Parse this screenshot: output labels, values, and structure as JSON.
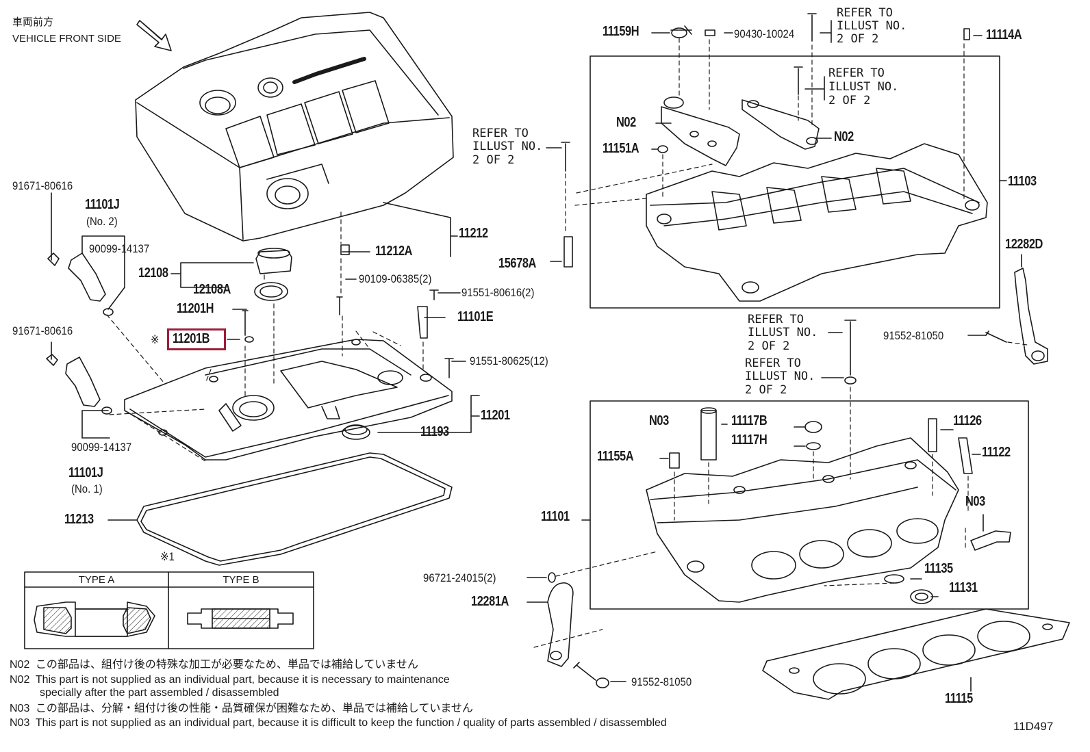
{
  "header": {
    "vehicle_front_jp": "車両前方",
    "vehicle_front_en": "VEHICLE FRONT SIDE"
  },
  "highlight_color": "#9b1d3a",
  "refer_notes": {
    "line1": "REFER TO",
    "line2": "ILLUST NO.",
    "line3": "2 OF 2"
  },
  "parts": {
    "p11159H": "11159H",
    "p90430": "90430-10024",
    "p11114A": "11114A",
    "pN02a": "N02",
    "pN02b": "N02",
    "p11151A": "11151A",
    "p11103": "11103",
    "p15678A": "15678A",
    "p12282D": "12282D",
    "p91552a": "91552-81050",
    "p91671a": "91671-80616",
    "p11101J2": "11101J",
    "p11101J2sub": "(No. 2)",
    "p90099a": "90099-14137",
    "p12108": "12108",
    "p12108A": "12108A",
    "p11212A": "11212A",
    "p11212": "11212",
    "p90109": "90109-06385(2)",
    "p91551a": "91551-80616(2)",
    "p11201H": "11201H",
    "p11101E": "11101E",
    "p91671b": "91671-80616",
    "p11201B": "11201B",
    "mark": "※",
    "mark1": "※1",
    "p91551b": "91551-80625(12)",
    "p11201": "11201",
    "p11193": "11193",
    "p90099b": "90099-14137",
    "p11101J1": "11101J",
    "p11101J1sub": "(No. 1)",
    "p11213": "11213",
    "pN03a": "N03",
    "p11117B": "11117B",
    "p11117H": "11117H",
    "p11126": "11126",
    "p11122": "11122",
    "p11155A": "11155A",
    "p11101": "11101",
    "pN03b": "N03",
    "p96721": "96721-24015(2)",
    "p11135": "11135",
    "p11131": "11131",
    "p12281A": "12281A",
    "p91552b": "91552-81050",
    "p11115": "11115"
  },
  "type_table": {
    "type_a": "TYPE A",
    "type_b": "TYPE B"
  },
  "notes": [
    {
      "code": "N02",
      "text": "この部品は、組付け後の特殊な加工が必要なため、単品では補給していません"
    },
    {
      "code": "N02",
      "text": "This part is not supplied as an individual part, because it is necessary to maintenance"
    },
    {
      "code": "",
      "text": "specially after the part assembled / disassembled"
    },
    {
      "code": "N03",
      "text": "この部品は、分解・組付け後の性能・品質確保が困難なため、単品では補給していません"
    },
    {
      "code": "N03",
      "text": "This part is not supplied as an individual part, because it is difficult to keep the function / quality of parts  assembled / disassembled"
    }
  ],
  "figure_id": "11D497"
}
